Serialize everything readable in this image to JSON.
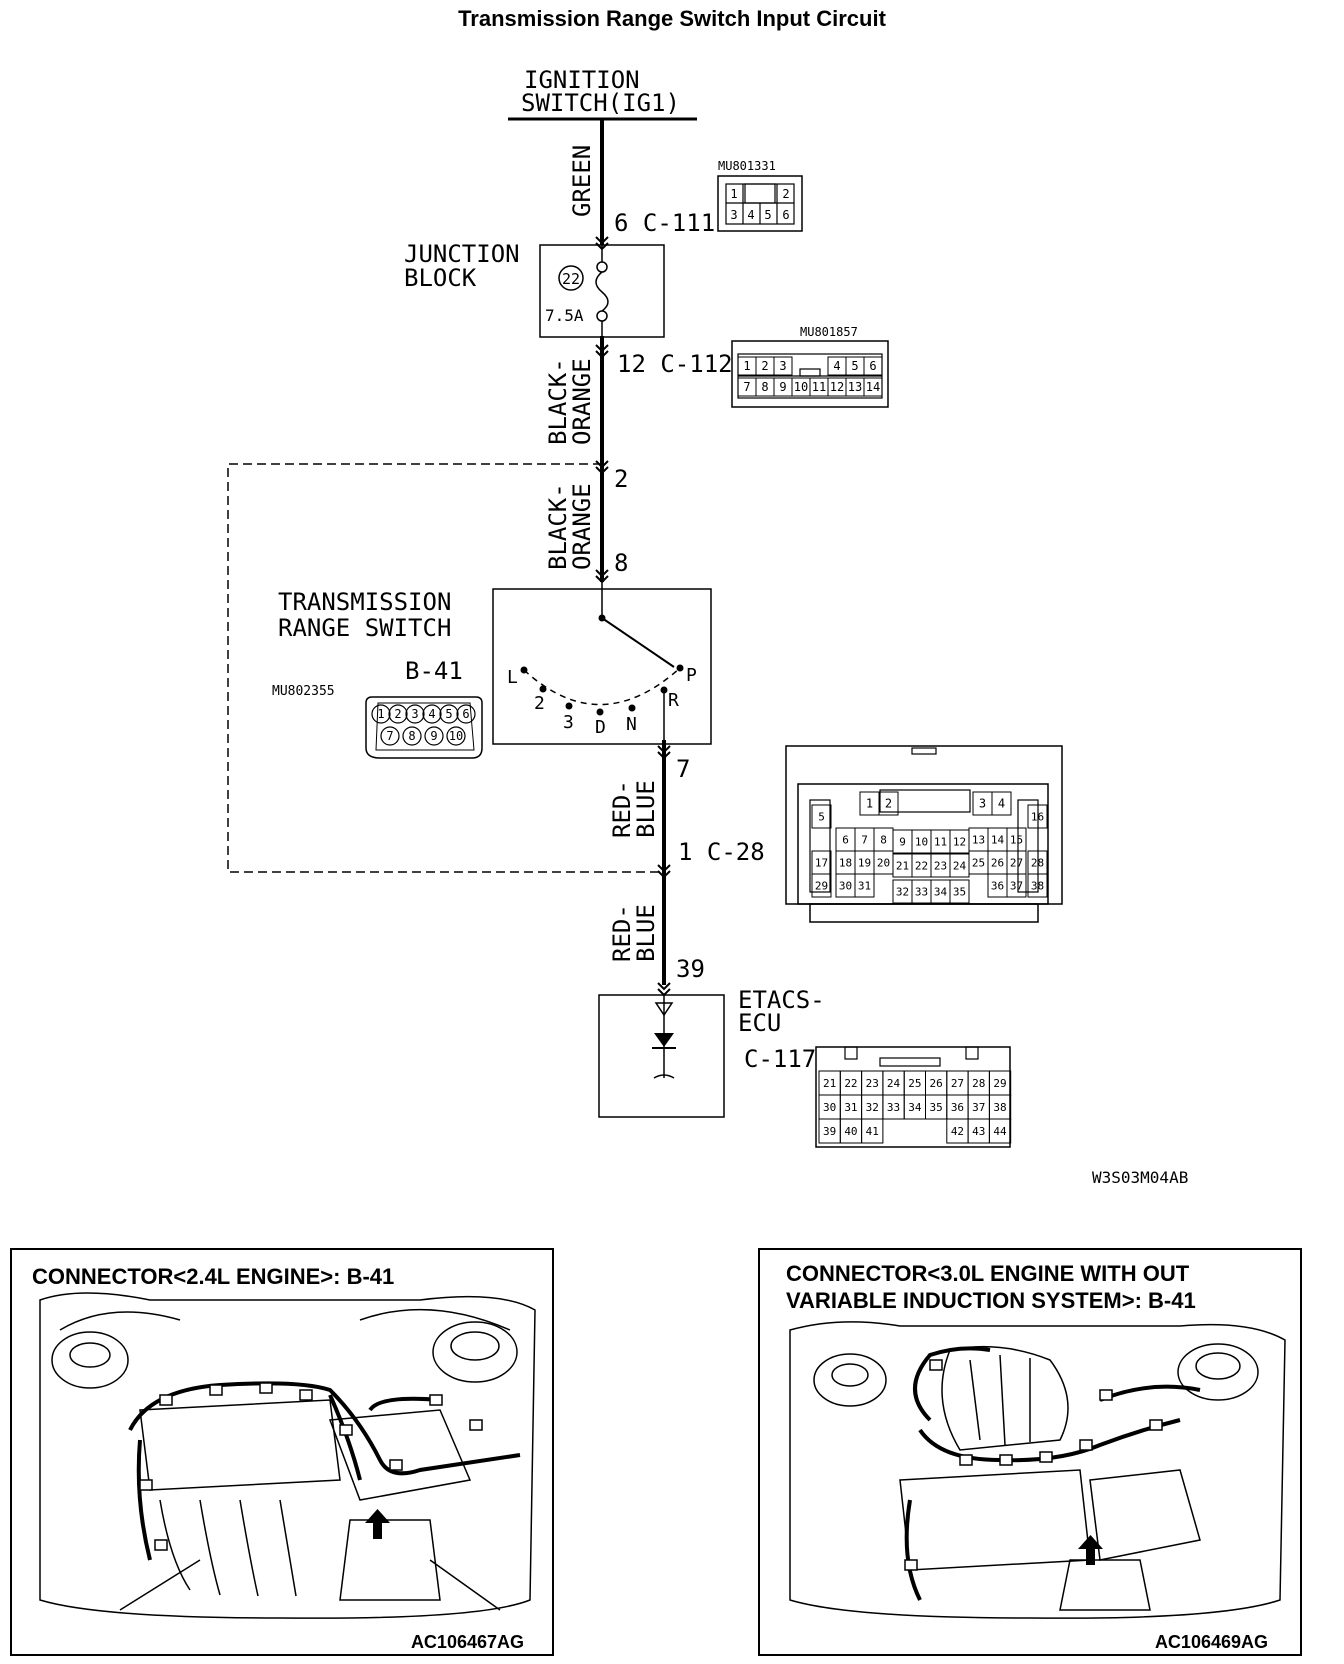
{
  "title": "Transmission Range Switch Input Circuit",
  "circuit": {
    "ignition": {
      "line1": "IGNITION",
      "line2": "SWITCH(IG1)"
    },
    "wires": {
      "green": "GREEN",
      "black_orange_a1": "BLACK-",
      "black_orange_a2": "ORANGE",
      "black_orange_b1": "BLACK-",
      "black_orange_b2": "ORANGE",
      "red_blue_a1": "RED-",
      "red_blue_a2": "BLUE",
      "red_blue_b1": "RED-",
      "red_blue_b2": "BLUE"
    },
    "pins": {
      "c111": "6 C-111",
      "c112": "12 C-112",
      "p2": "2",
      "p8": "8",
      "p7": "7",
      "c28": "1 C-28",
      "p39": "39"
    },
    "junction_block": {
      "line1": "JUNCTION",
      "line2": "BLOCK",
      "fuse_no": "22",
      "fuse_rating": "7.5A"
    },
    "trs": {
      "line1": "TRANSMISSION",
      "line2": "RANGE SWITCH",
      "connector": "B-41",
      "part_no": "MU802355",
      "positions": [
        "L",
        "2",
        "3",
        "D",
        "N",
        "R",
        "P"
      ]
    },
    "etacs": {
      "line1": "ETACS-",
      "line2": "ECU",
      "connector": "C-117"
    },
    "connectors": {
      "mu801331": {
        "part_no": "MU801331",
        "top": [
          "1",
          "2"
        ],
        "bottom": [
          "3",
          "4",
          "5",
          "6"
        ]
      },
      "mu801857": {
        "part_no": "MU801857",
        "top": [
          "1",
          "2",
          "3",
          "4",
          "5",
          "6"
        ],
        "bottom": [
          "7",
          "8",
          "9",
          "10",
          "11",
          "12",
          "13",
          "14"
        ]
      },
      "b41": {
        "top": [
          "1",
          "2",
          "3",
          "4",
          "5",
          "6"
        ],
        "bottom": [
          "7",
          "8",
          "9",
          "10"
        ]
      },
      "c28": {
        "row1": [
          "1",
          "2",
          "3",
          "4"
        ],
        "row2": [
          "5",
          "6",
          "7",
          "8",
          "9",
          "10",
          "11",
          "12",
          "13",
          "14",
          "15",
          "16"
        ],
        "row3": [
          "17",
          "18",
          "19",
          "20",
          "21",
          "22",
          "23",
          "24",
          "25",
          "26",
          "27",
          "28"
        ],
        "row4": [
          "29",
          "30",
          "31",
          "32",
          "33",
          "34",
          "35",
          "36",
          "37",
          "38"
        ]
      },
      "c117": {
        "row1": [
          "21",
          "22",
          "23",
          "24",
          "25",
          "26",
          "27",
          "28",
          "29"
        ],
        "row2": [
          "30",
          "31",
          "32",
          "33",
          "34",
          "35",
          "36",
          "37",
          "38"
        ],
        "row3": [
          "39",
          "40",
          "41",
          "42",
          "43",
          "44"
        ]
      }
    },
    "drawing_id": "W3S03M04AB"
  },
  "panels": [
    {
      "title_line1": "CONNECTOR<2.4L ENGINE>: B-41",
      "title_line2": "",
      "code": "AC106467AG"
    },
    {
      "title_line1": "CONNECTOR<3.0L ENGINE WITH OUT",
      "title_line2": "VARIABLE INDUCTION SYSTEM>: B-41",
      "code": "AC106469AG"
    }
  ]
}
